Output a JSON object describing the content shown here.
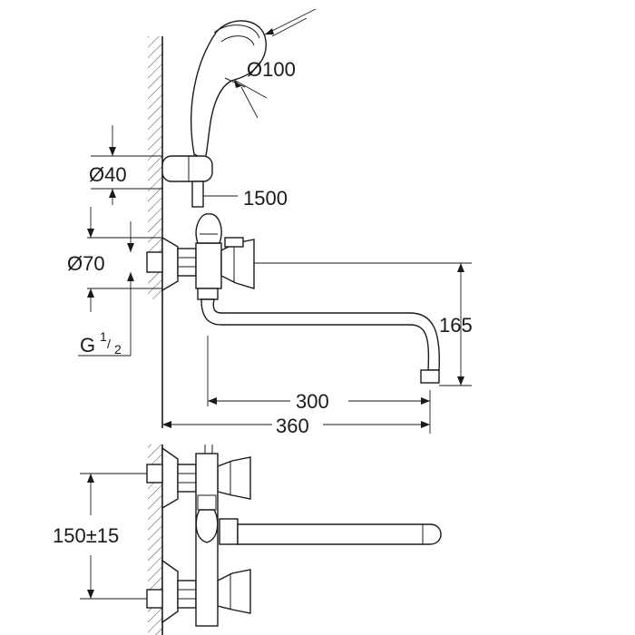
{
  "labels": {
    "dia_100": "Ø100",
    "dia_40": "Ø40",
    "hose_len": "1500",
    "dia_70": "Ø70",
    "thread_main": "G",
    "thread_num": "1",
    "thread_den": "2",
    "height_165": "165",
    "len_300": "300",
    "len_360": "360",
    "centers": "150±15"
  }
}
